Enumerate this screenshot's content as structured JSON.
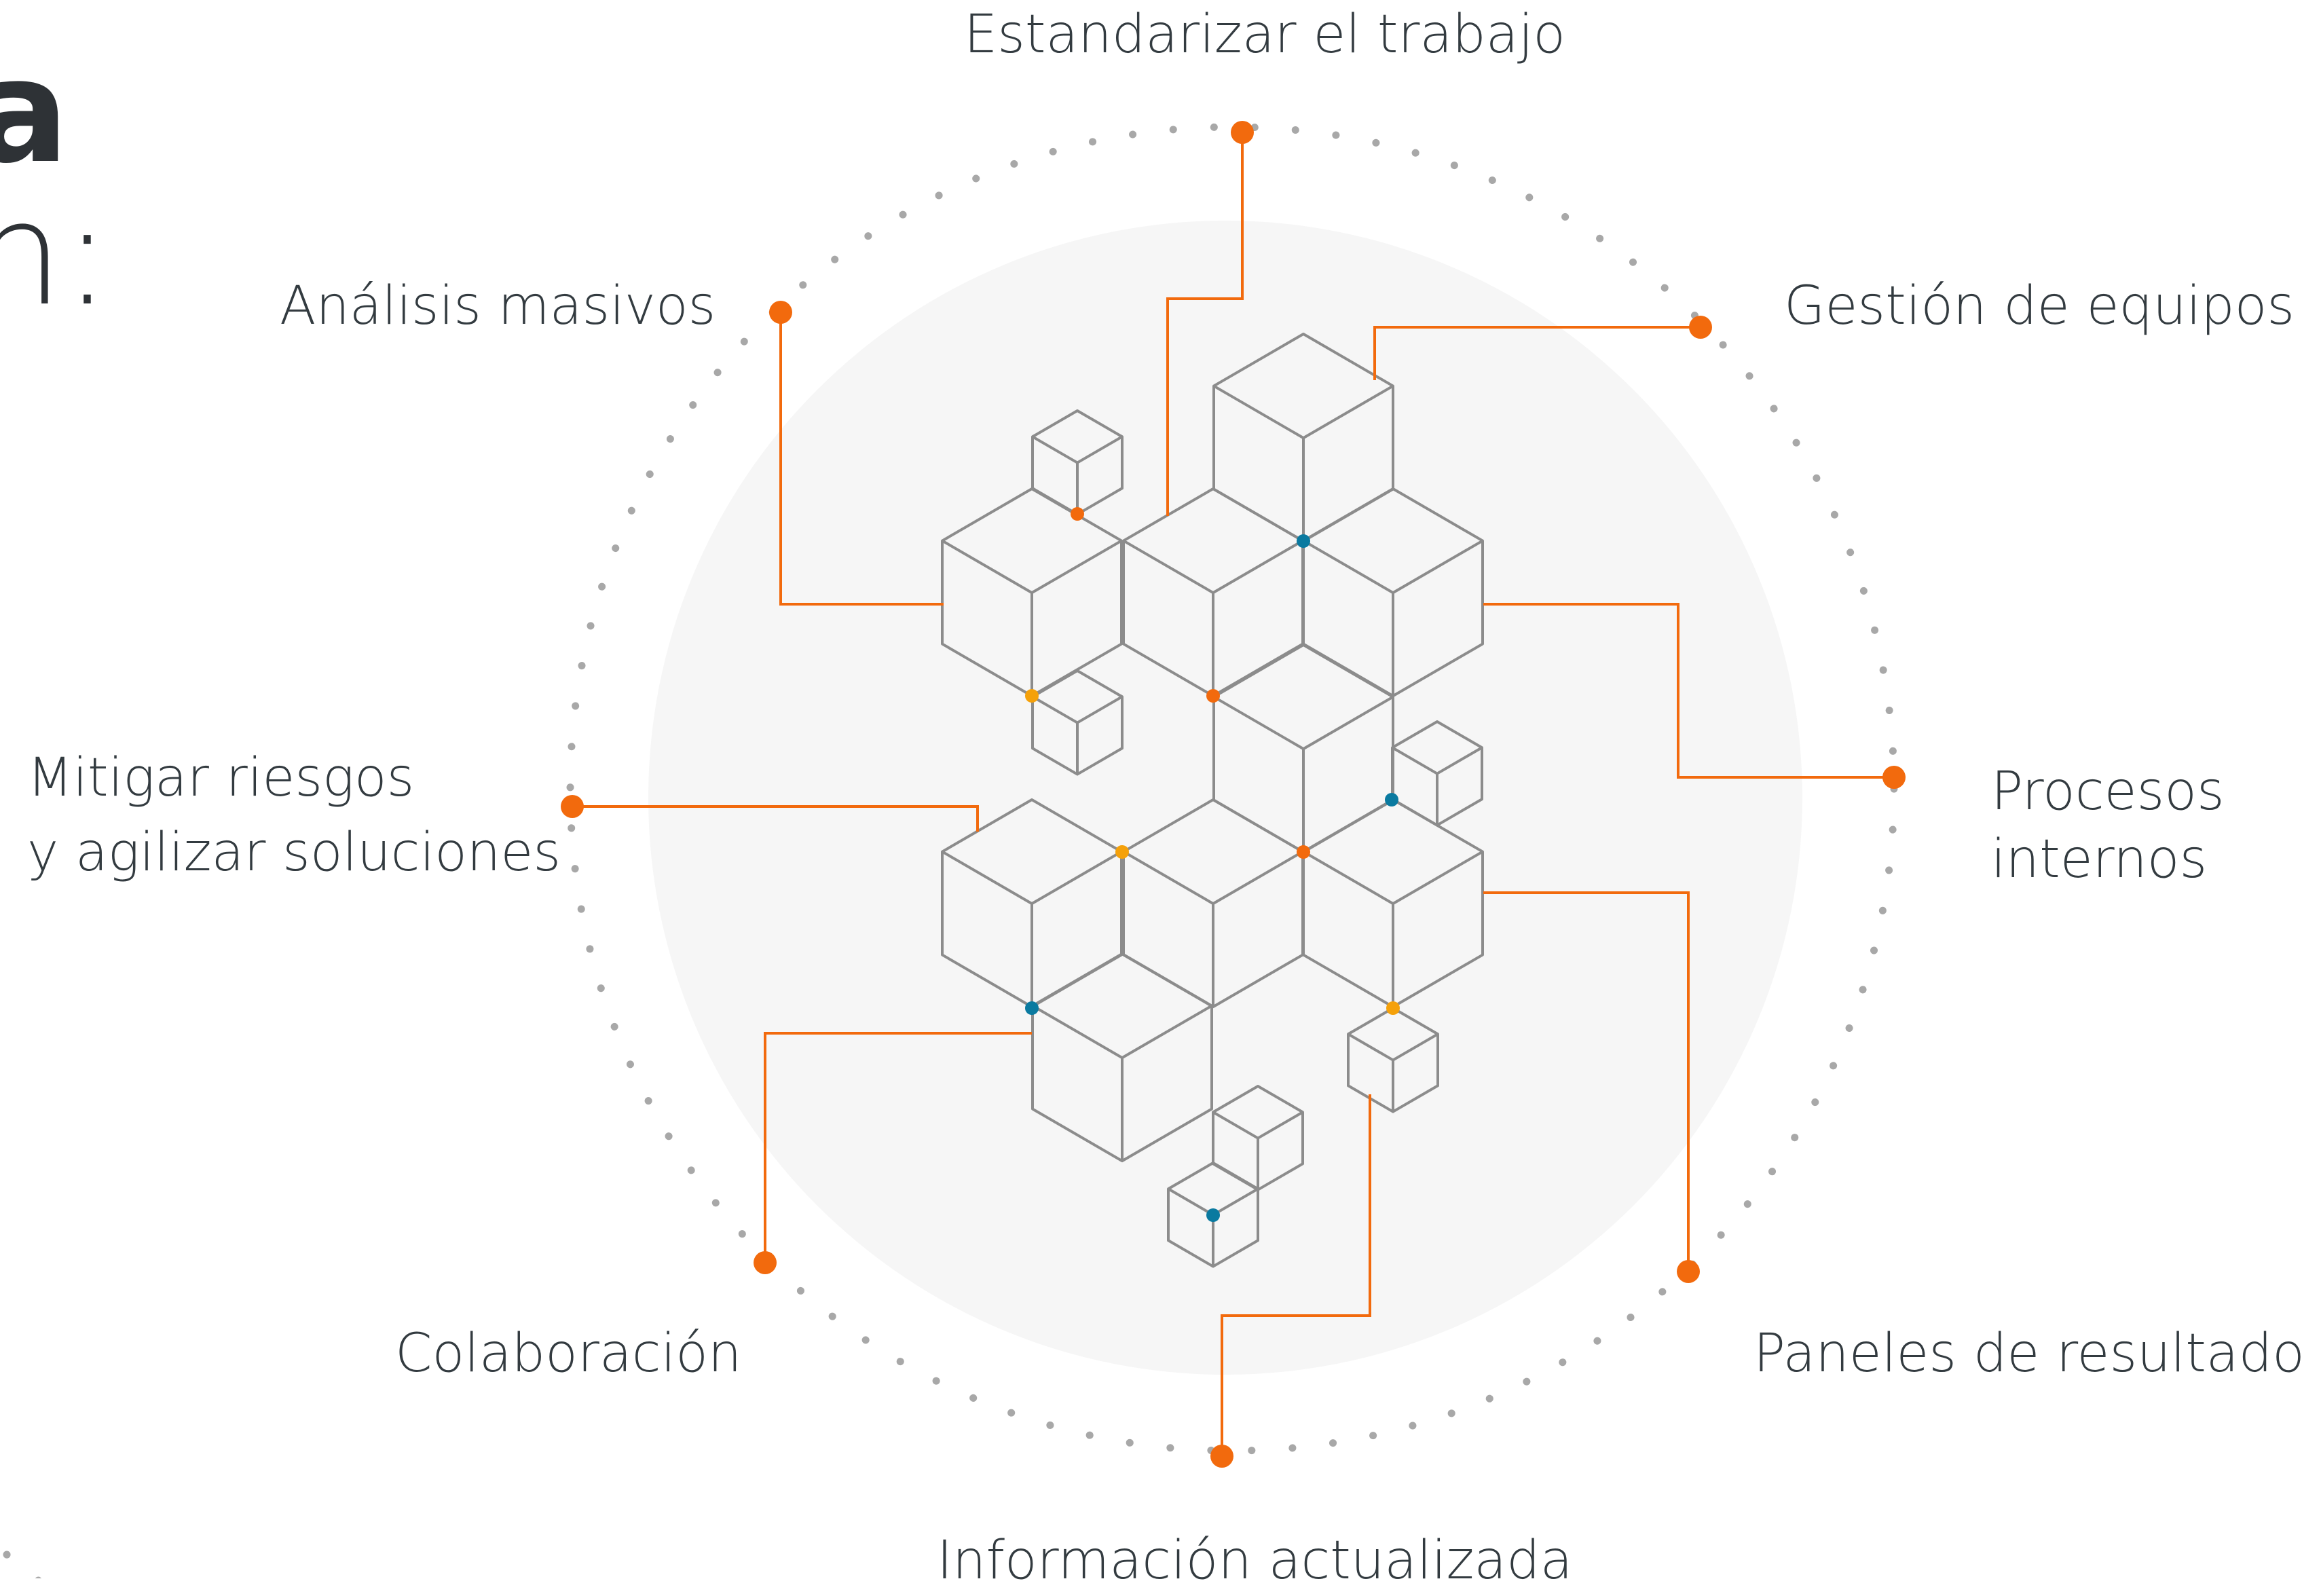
{
  "heading": {
    "line1": "a",
    "line2": "n:"
  },
  "labels": {
    "estandarizar": "Estandarizar el trabajo",
    "analisis": "Análisis masivos",
    "gestion": "Gestión de equipos",
    "mitigar_1": "Mitigar riesgos",
    "mitigar_2": "y agilizar soluciones",
    "procesos_1": "Procesos",
    "procesos_2": "internos",
    "colaboracion": "Colaboración",
    "paneles": "Paneles de resultados",
    "informacion": "Información actualizada"
  },
  "colors": {
    "accent_orange": "#f26a0d",
    "accent_yellow": "#f5a10a",
    "accent_blue": "#0a7aa0",
    "cube_stroke": "#8c8c8c",
    "ring_dots": "#a8a8a8",
    "center_disc": "#f6f6f6",
    "text": "#333b40"
  }
}
